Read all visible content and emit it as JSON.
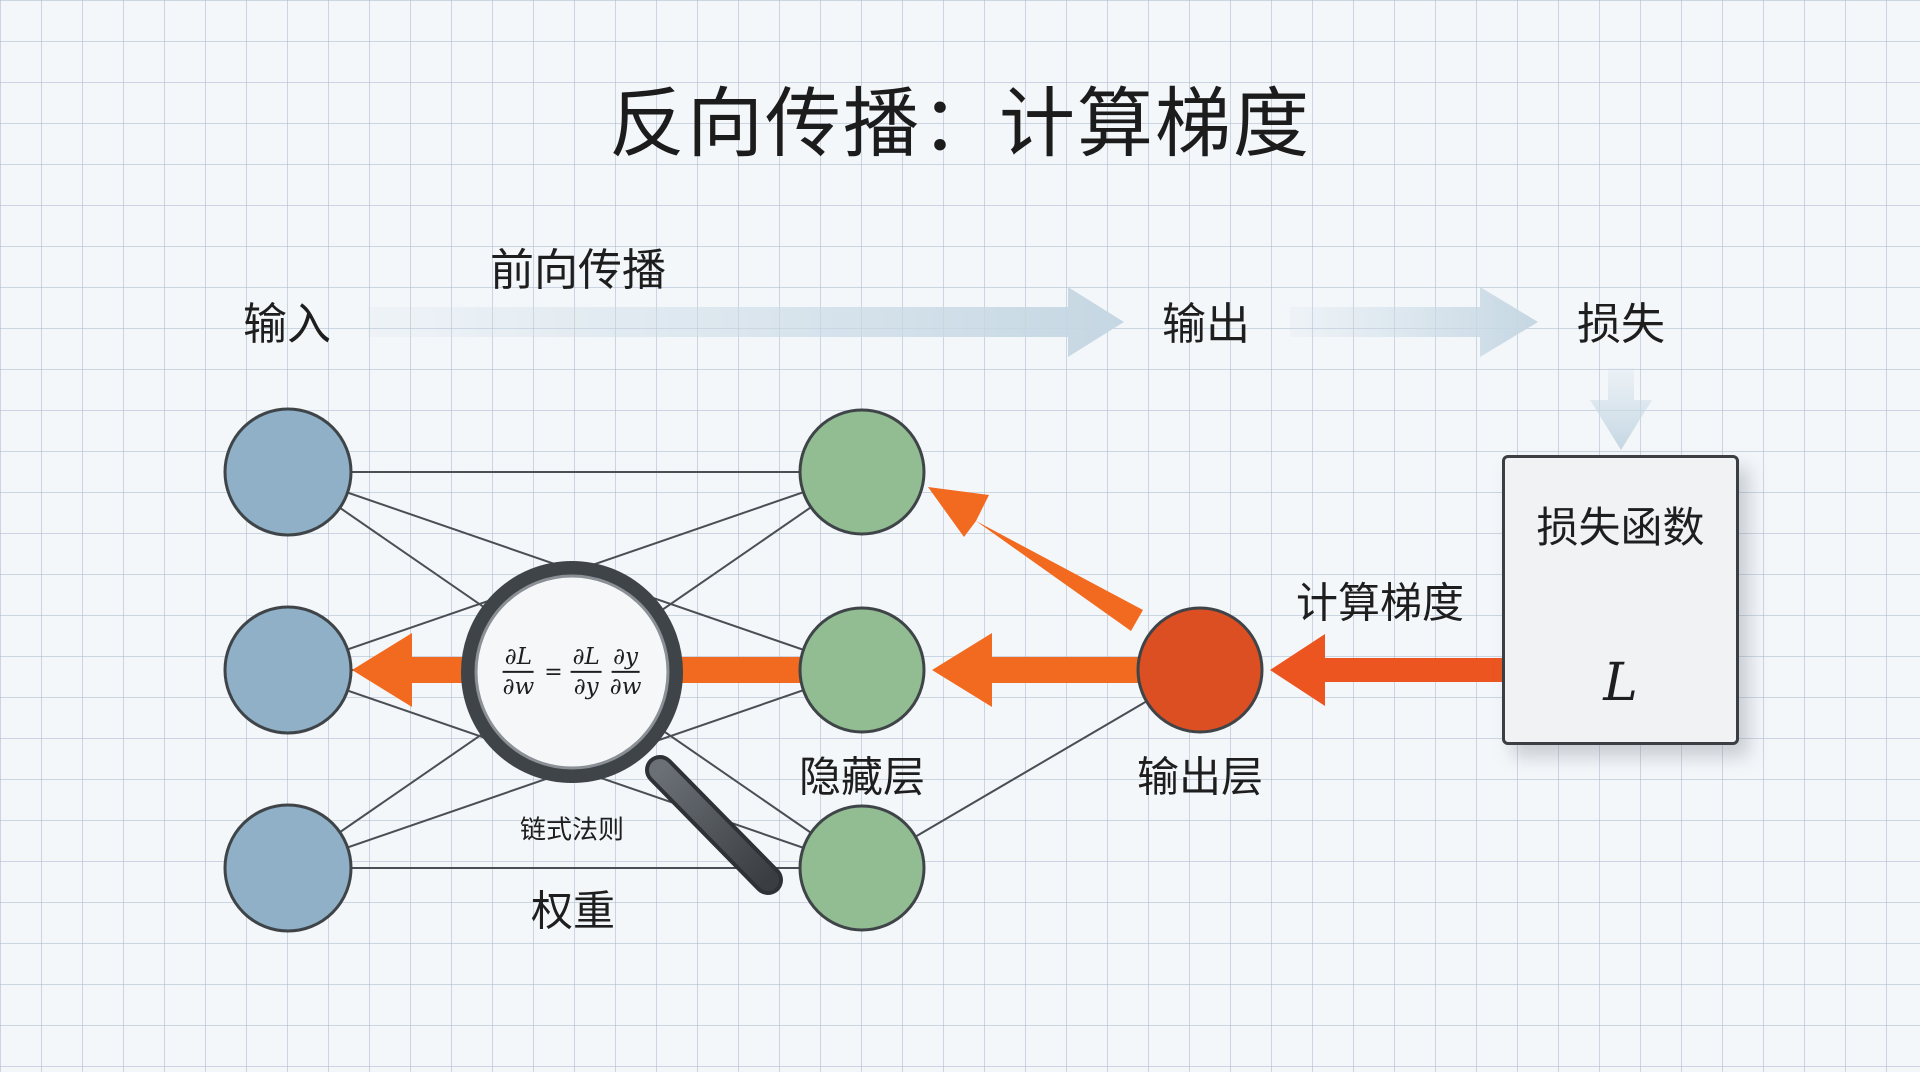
{
  "title": "反向传播：计算梯度",
  "flow": {
    "input_label": "输入",
    "forward_label": "前向传播",
    "output_label": "输出",
    "loss_label": "损失"
  },
  "network": {
    "hidden_layer_label": "隐藏层",
    "output_layer_label": "输出层",
    "weights_label": "权重",
    "chain_rule_label": "链式法则",
    "gradient_label": "计算梯度"
  },
  "loss_box": {
    "title": "损失函数",
    "symbol": "L"
  },
  "formula": {
    "lhs_num": "∂L",
    "lhs_den": "∂w",
    "eq": "=",
    "f1_num": "∂L",
    "f1_den": "∂y",
    "f2_num": "∂y",
    "f2_den": "∂w"
  },
  "colors": {
    "input_node": "#8fb0c6",
    "hidden_node": "#92bd92",
    "output_node": "#dc4f23",
    "gradient_arrow": "#f26a1f",
    "forward_arrow": "#cbdbe6",
    "node_stroke": "#3f4448",
    "edge": "#4a4f55"
  },
  "icons": {
    "magnifier": "magnifying-glass-icon",
    "down_arrow": "down-arrow-icon"
  }
}
